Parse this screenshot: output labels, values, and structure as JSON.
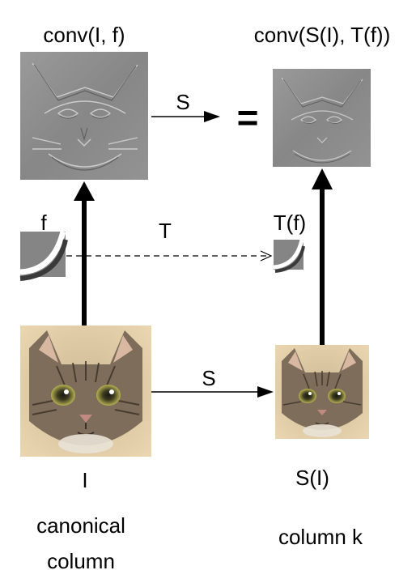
{
  "labels": {
    "conv_left": "conv(I, f)",
    "conv_right": "conv(S(I), T(f))",
    "equals": "=",
    "s_top": "S",
    "s_bottom": "S",
    "t_label": "T",
    "f_label": "f",
    "tf_label": "T(f)",
    "i_label": "I",
    "si_label": "S(I)",
    "canonical_line1": "canonical",
    "canonical_line2": "column",
    "column_k": "column k"
  },
  "colors": {
    "edge_map_gray": "#8f8f8f",
    "cat_fur": "#8a7a66",
    "cat_background": "#e8d9b8",
    "arrow": "#000000"
  }
}
